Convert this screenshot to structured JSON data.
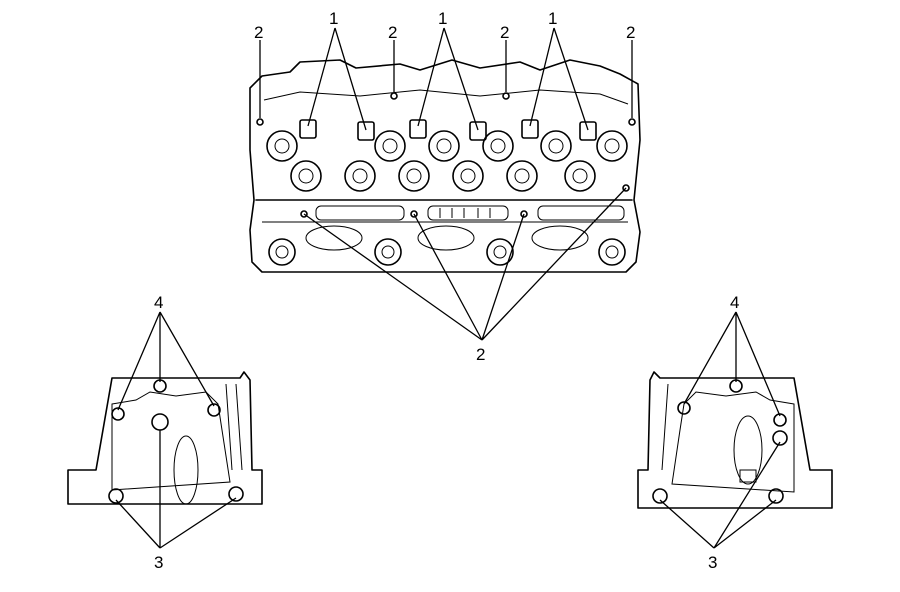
{
  "callouts": {
    "label_1": "1",
    "label_2": "2",
    "label_3": "3",
    "label_4": "4"
  },
  "colors": {
    "line": "#000000",
    "background": "#ffffff"
  }
}
